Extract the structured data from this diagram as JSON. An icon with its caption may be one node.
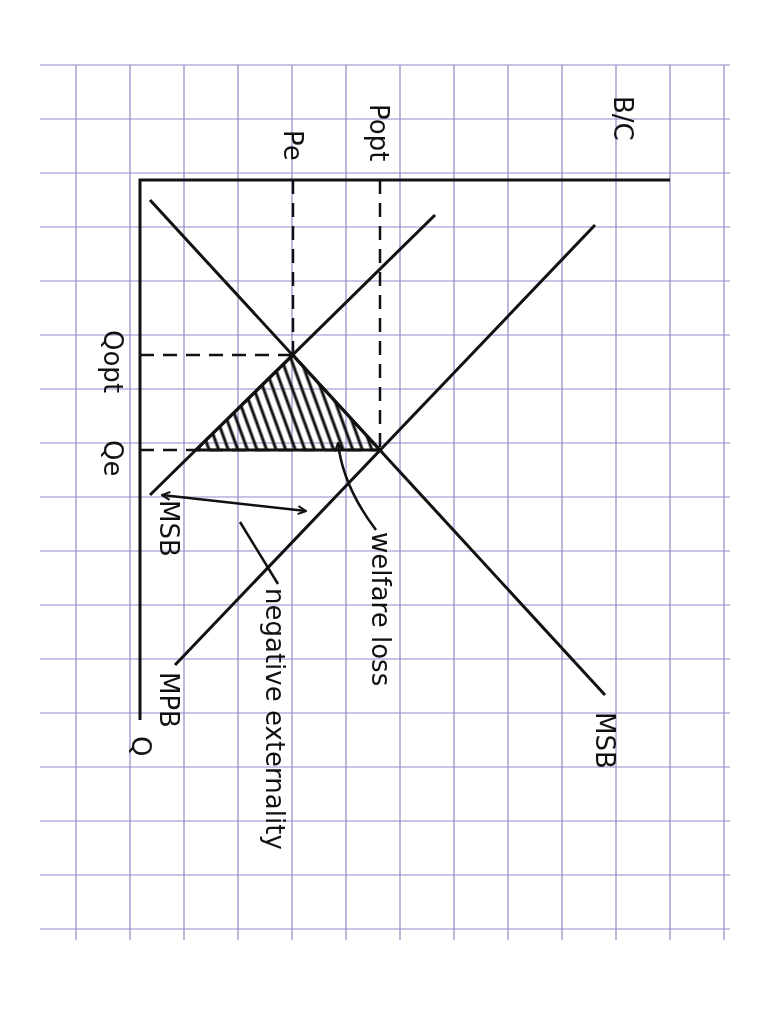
{
  "diagram": {
    "nodes": [
      {
        "text": [
          "welfare loss"
        ]
      },
      {
        "text": [],
        "shape": "triangle"
      },
      {
        "text": [
          "negative externality"
        ]
      }
    ],
    "edges": [
      {
        "from": 0,
        "to": 1,
        "arrow": "to"
      },
      {
        "from": 2,
        "to": null,
        "arrow": "none"
      }
    ],
    "labels": [
      "B/C",
      "Popt",
      "Pe",
      "MSB",
      "Qopt",
      "Qe",
      "MSB",
      "MPB",
      "Q"
    ]
  }
}
